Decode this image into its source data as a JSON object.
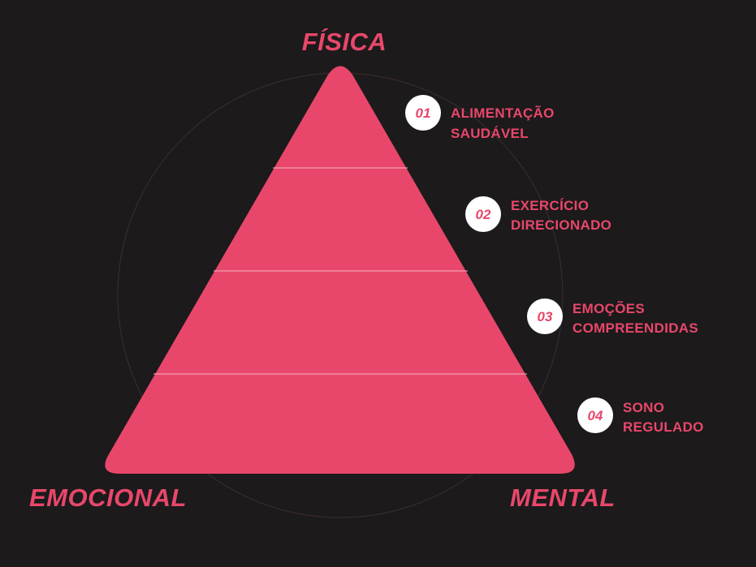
{
  "colors": {
    "background": "#1c1a1b",
    "accent": "#e8476b",
    "circle_outline": "#3a2a2e",
    "badge_fill": "#ffffff",
    "divider": "#f4b3c1"
  },
  "corners": {
    "top": "FÍSICA",
    "bottom_left": "EMOCIONAL",
    "bottom_right": "MENTAL"
  },
  "steps": [
    {
      "number": "01",
      "line1": "ALIMENTAÇÃO",
      "line2": "SAUDÁVEL"
    },
    {
      "number": "02",
      "line1": "EXERCÍCIO",
      "line2": "DIRECIONADO"
    },
    {
      "number": "03",
      "line1": "EMOÇÕES",
      "line2": "COMPREENDIDAS"
    },
    {
      "number": "04",
      "line1": "SONO",
      "line2": "REGULADO"
    }
  ]
}
